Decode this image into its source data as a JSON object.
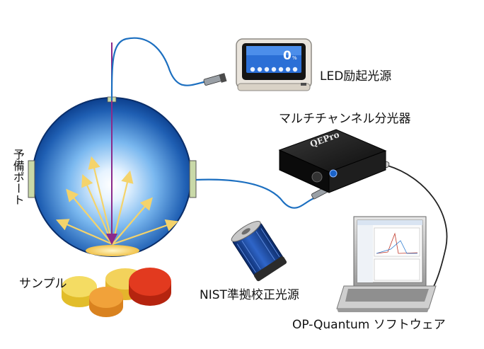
{
  "labels": {
    "led_source": "LED励起光源",
    "spectrometer": "マルチチャンネル分光器",
    "spare_port": "予備ポート",
    "sample": "サンプル",
    "nist_source": "NIST準拠校正光源",
    "software": "OP-Quantum ソフトウェア",
    "spectrometer_brand": "QEPro",
    "led_display_value": "0",
    "led_display_unit": "%"
  },
  "colors": {
    "sphere_center": "#ffffff",
    "sphere_mid": "#7ab8ef",
    "sphere_edge": "#0c3f8d",
    "fiber": "#1c6fc0",
    "beam": "#8b2a8a",
    "ray": "#f4d36b",
    "sample_red": "#e23a1f",
    "sample_orange": "#f1a23a",
    "sample_yellow": "#f0d34a"
  }
}
